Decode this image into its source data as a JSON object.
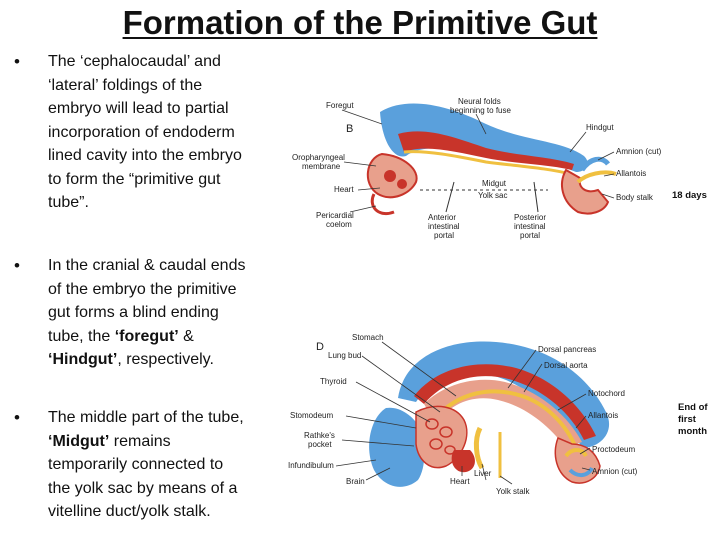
{
  "title": "Formation of the Primitive Gut",
  "bullets": [
    {
      "lines": [
        "The ‘cephalocaudal’ and",
        "‘lateral’ foldings of the",
        "embryo will lead to partial",
        "incorporation of endoderm",
        "lined cavity into the embryo",
        "to form the “primitive gut",
        "tube”."
      ]
    },
    {
      "l1": "In the cranial & caudal ends",
      "l2": "of the embryo the primitive",
      "l3": "gut forms a blind ending",
      "l4a": "tube, the ",
      "l4b": "‘foregut’",
      "l4c": " &",
      "l5a": "‘Hindgut’",
      "l5b": ", respectively."
    },
    {
      "l1": "The middle part of the tube,",
      "l2a": "‘Midgut’",
      "l2b": " remains",
      "l3": "temporarily connected to",
      "l4": "the yolk sac by means of a",
      "l5": "vitelline duct/yolk stalk."
    }
  ],
  "figure_b": {
    "panel": "B",
    "stage": "18 days",
    "labels": {
      "foregut": "Foregut",
      "neural_folds_1": "Neural folds",
      "neural_folds_2": "beginning to fuse",
      "hindgut": "Hindgut",
      "amnion": "Amnion (cut)",
      "allantois": "Allantois",
      "body_stalk": "Body stalk",
      "oro_1": "Oropharyngeal",
      "oro_2": "membrane",
      "heart": "Heart",
      "pericardial_1": "Pericardial",
      "pericardial_2": "coelom",
      "ant_1": "Anterior",
      "ant_2": "intestinal",
      "ant_3": "portal",
      "post_1": "Posterior",
      "post_2": "intestinal",
      "post_3": "portal",
      "midgut": "Midgut",
      "yolk_sac": "Yolk sac"
    }
  },
  "figure_d": {
    "panel": "D",
    "stage_1": "End of",
    "stage_2": "first",
    "stage_3": "month",
    "labels": {
      "stomach": "Stomach",
      "lung_bud": "Lung bud",
      "thyroid": "Thyroid",
      "stomodeum": "Stomodeum",
      "rathke_1": "Rathke's",
      "rathke_2": "pocket",
      "infundibulum": "Infundibulum",
      "brain": "Brain",
      "heart": "Heart",
      "liver": "Liver",
      "yolk_stalk": "Yolk stalk",
      "dorsal_pancreas": "Dorsal pancreas",
      "dorsal_aorta": "Dorsal aorta",
      "notochord": "Notochord",
      "allantois": "Allantois",
      "proctodeum": "Proctodeum",
      "amnion": "Amnion (cut)"
    }
  },
  "colors": {
    "ectoderm_blue": "#5aa0dc",
    "mesoderm_red": "#c8342a",
    "endoderm_yellow": "#f0c040",
    "tissue_pink": "#e8a08c"
  }
}
